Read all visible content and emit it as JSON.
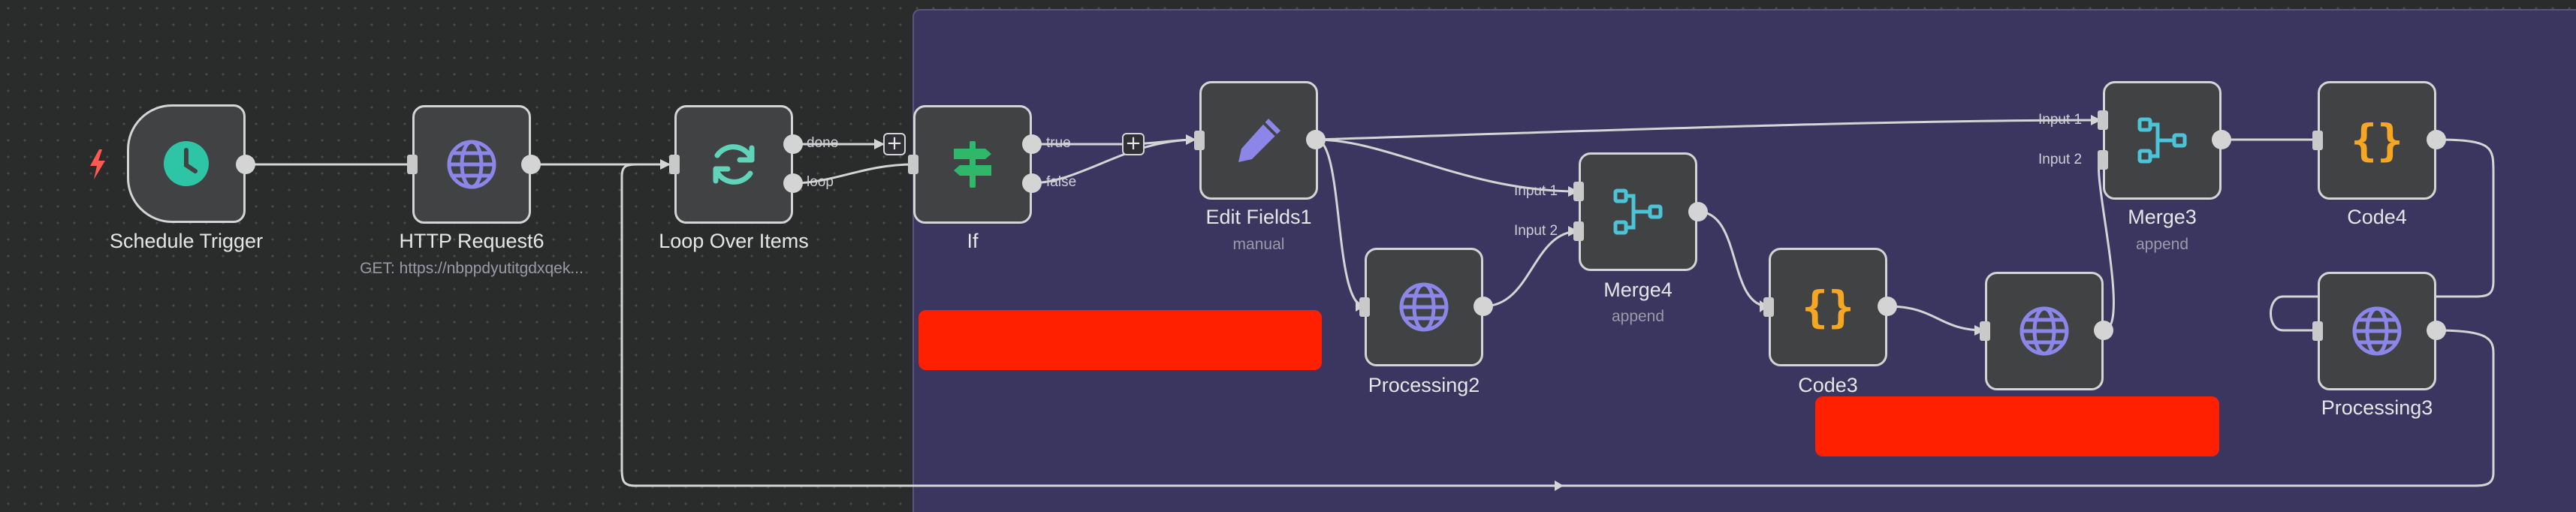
{
  "nodes": {
    "schedule_trigger": {
      "label": "Schedule Trigger",
      "icon": "clock-icon"
    },
    "http_request6": {
      "label": "HTTP Request6",
      "sub": "GET: https://nbppdyutitgdxqek...",
      "icon": "globe-icon"
    },
    "loop_over_items": {
      "label": "Loop Over Items",
      "icon": "refresh-icon",
      "out_done": "done",
      "out_loop": "loop"
    },
    "if": {
      "label": "If",
      "icon": "signpost-icon",
      "out_true": "true",
      "out_false": "false"
    },
    "edit_fields1": {
      "label": "Edit Fields1",
      "sub": "manual",
      "icon": "pencil-icon"
    },
    "processing2": {
      "label": "Processing2",
      "icon": "globe-icon"
    },
    "merge4": {
      "label": "Merge4",
      "sub": "append",
      "icon": "merge-icon",
      "in1": "Input 1",
      "in2": "Input 2"
    },
    "code3": {
      "label": "Code3",
      "icon": "braces-icon",
      "glyph": "{}"
    },
    "http_unnamed": {
      "icon": "globe-icon"
    },
    "merge3": {
      "label": "Merge3",
      "sub": "append",
      "icon": "merge-icon",
      "in1": "Input 1",
      "in2": "Input 2"
    },
    "code4": {
      "label": "Code4",
      "icon": "braces-icon",
      "glyph": "{}"
    },
    "processing3": {
      "label": "Processing3",
      "icon": "globe-icon"
    }
  },
  "plus_glyph": "+",
  "colors": {
    "canvas_bg": "#2a2b2b",
    "group_bg": "#3b3660",
    "node_bg": "#414244",
    "node_border": "#d4d4d4",
    "trigger_teal": "#2ec4a6",
    "globe_purple": "#8b86e8",
    "refresh_teal": "#5fd4b8",
    "signpost_green": "#30b86a",
    "merge_teal": "#4cc3d6",
    "code_orange": "#f5a623",
    "redaction": "#ff2000",
    "bolt": "#ff5a4e"
  }
}
